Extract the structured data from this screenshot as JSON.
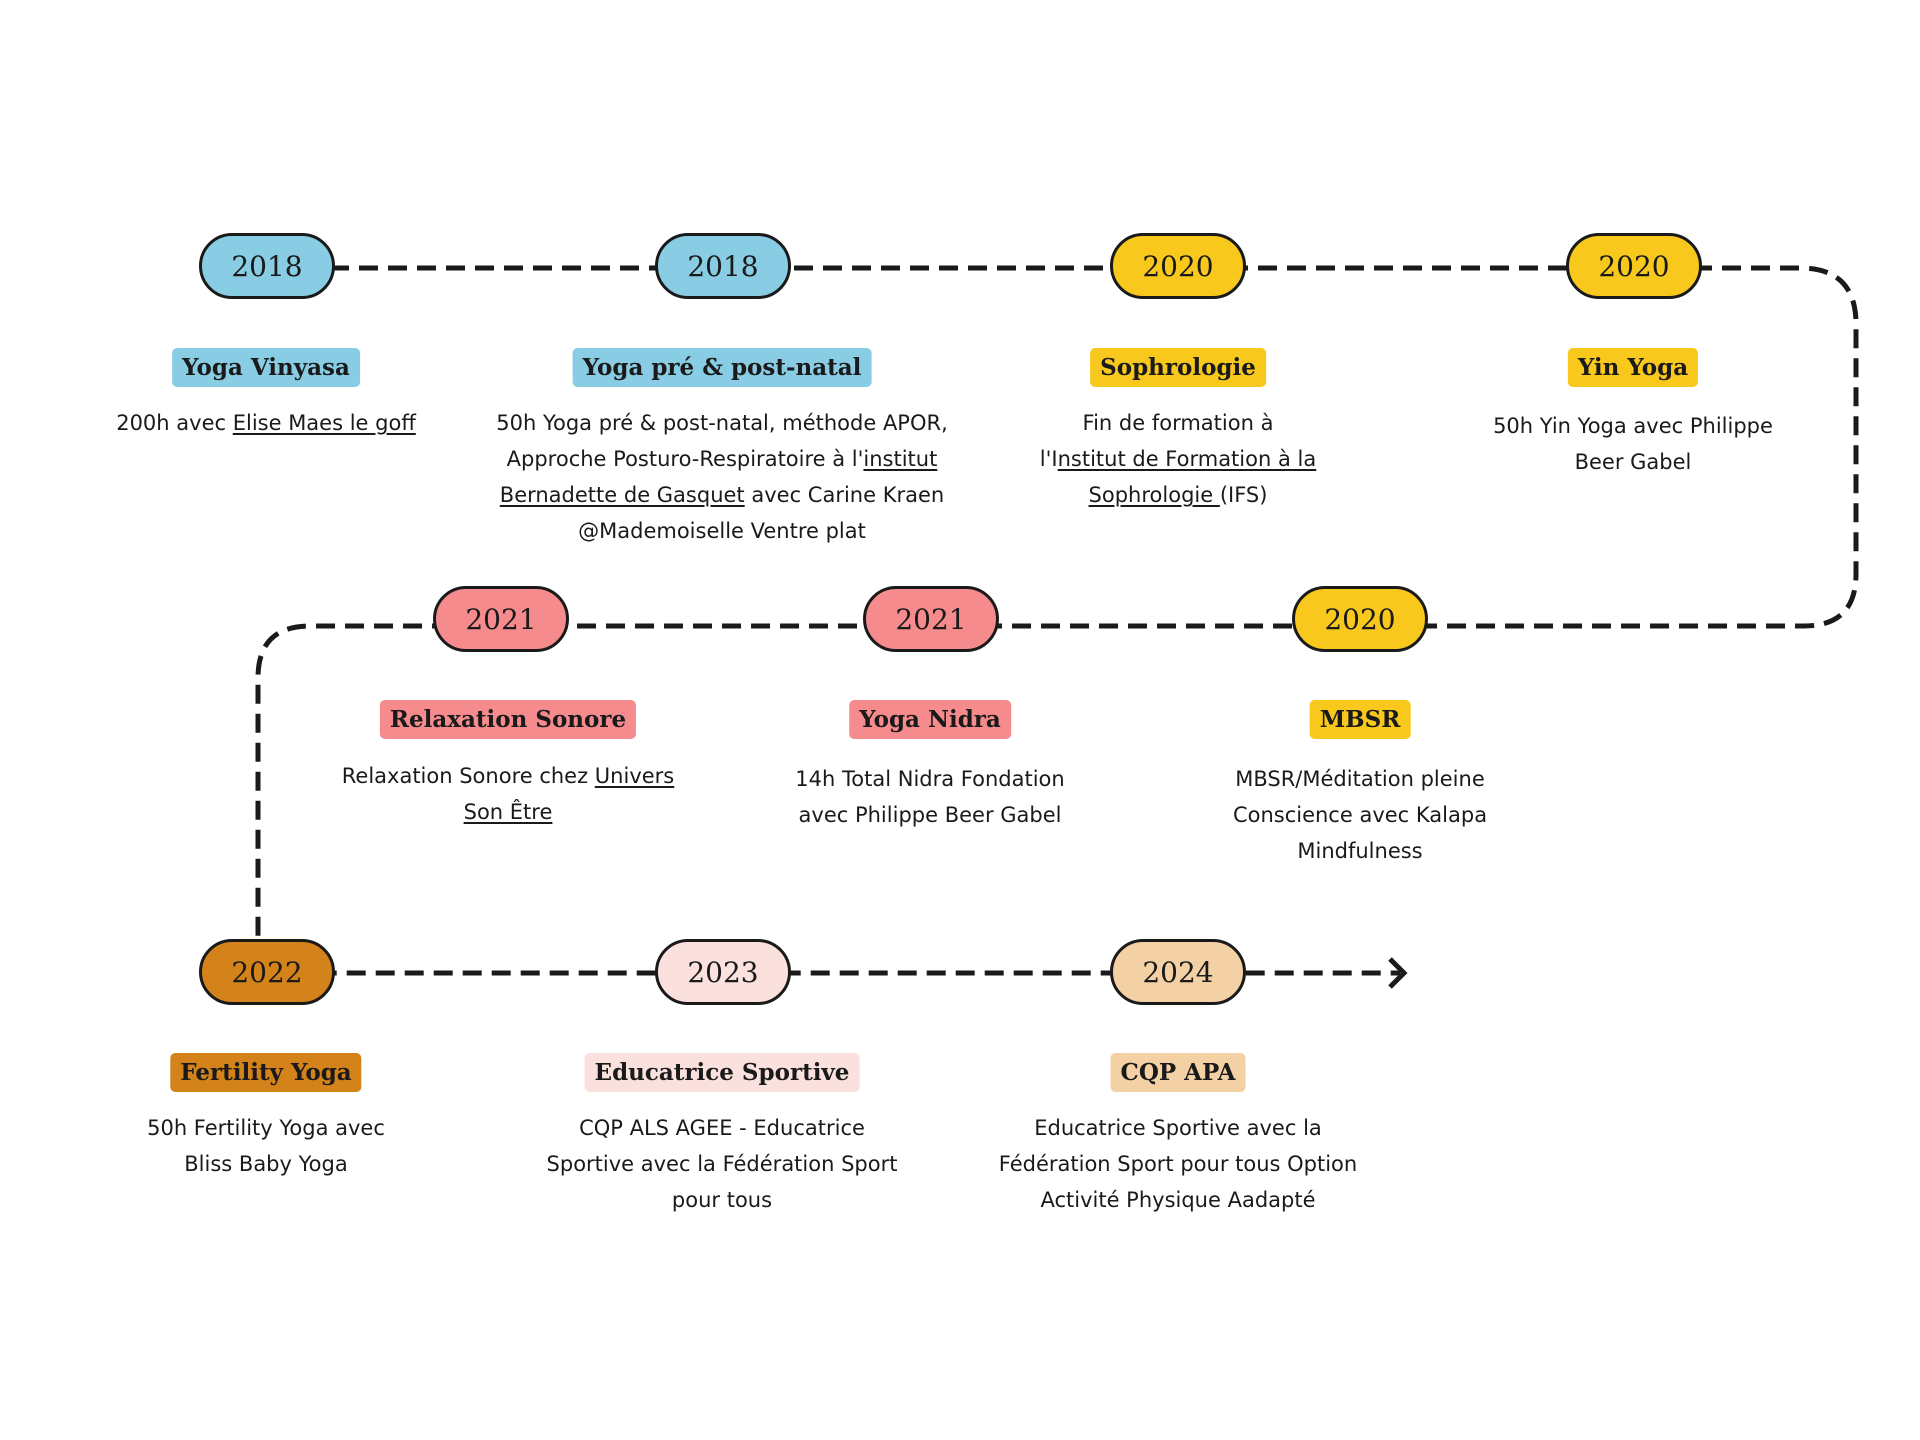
{
  "colors": {
    "blue": "#89cde4",
    "yellow": "#f8c81c",
    "red": "#f68b8d",
    "orange": "#d4821a",
    "pink_light": "#fae1dd",
    "peach": "#f3d1a4",
    "line": "#1a1a1a"
  },
  "milestones": [
    {
      "year": "2018",
      "color": "#89cde4",
      "title": "Yoga Vinyasa",
      "desc": [
        [
          {
            "t": "200h avec "
          },
          {
            "t": "Elise Maes le goff",
            "u": true
          }
        ]
      ]
    },
    {
      "year": "2018",
      "color": "#89cde4",
      "title": "Yoga pré & post-natal",
      "desc": [
        [
          {
            "t": "50h Yoga pré & post-natal, méthode APOR,"
          }
        ],
        [
          {
            "t": "Approche Posturo-Respiratoire à l'"
          },
          {
            "t": "institut",
            "u": true
          }
        ],
        [
          {
            "t": "Bernadette de Gasquet",
            "u": true
          },
          {
            "t": " avec Carine Kraen"
          }
        ],
        [
          {
            "t": "@Mademoiselle Ventre plat"
          }
        ]
      ]
    },
    {
      "year": "2020",
      "color": "#f8c81c",
      "title": "Sophrologie",
      "desc": [
        [
          {
            "t": "Fin de formation à"
          }
        ],
        [
          {
            "t": "l'I"
          },
          {
            "t": "nstitut de Formation à la",
            "u": true
          }
        ],
        [
          {
            "t": "Sophrologie ",
            "u": true
          },
          {
            "t": "(IFS)"
          }
        ]
      ]
    },
    {
      "year": "2020",
      "color": "#f8c81c",
      "title": "Yin Yoga",
      "desc": [
        [
          {
            "t": "50h Yin Yoga avec Philippe"
          }
        ],
        [
          {
            "t": "Beer Gabel"
          }
        ]
      ]
    },
    {
      "year": "2020",
      "color": "#f8c81c",
      "title": "MBSR",
      "desc": [
        [
          {
            "t": "MBSR/Méditation pleine"
          }
        ],
        [
          {
            "t": "Conscience avec Kalapa"
          }
        ],
        [
          {
            "t": "Mindfulness"
          }
        ]
      ]
    },
    {
      "year": "2021",
      "color": "#f68b8d",
      "title": "Yoga Nidra",
      "desc": [
        [
          {
            "t": "14h Total Nidra Fondation"
          }
        ],
        [
          {
            "t": "avec Philippe Beer Gabel"
          }
        ]
      ]
    },
    {
      "year": "2021",
      "color": "#f68b8d",
      "title": "Relaxation Sonore",
      "desc": [
        [
          {
            "t": "Relaxation Sonore chez "
          },
          {
            "t": "Univers",
            "u": true
          }
        ],
        [
          {
            "t": "Son Être",
            "u": true
          }
        ]
      ]
    },
    {
      "year": "2022",
      "color": "#d4821a",
      "title": "Fertility Yoga",
      "desc": [
        [
          {
            "t": "50h Fertility Yoga avec"
          }
        ],
        [
          {
            "t": "Bliss Baby Yoga"
          }
        ]
      ]
    },
    {
      "year": "2023",
      "color": "#fae1dd",
      "title": "Educatrice Sportive",
      "desc": [
        [
          {
            "t": "CQP ALS AGEE - Educatrice"
          }
        ],
        [
          {
            "t": "Sportive avec la Fédération Sport"
          }
        ],
        [
          {
            "t": "pour tous"
          }
        ]
      ]
    },
    {
      "year": "2024",
      "color": "#f3d1a4",
      "title": "CQP APA",
      "desc": [
        [
          {
            "t": "Educatrice Sportive avec la"
          }
        ],
        [
          {
            "t": "Fédération Sport pour tous Option"
          }
        ],
        [
          {
            "t": "Activité Physique Aadapté"
          }
        ]
      ]
    }
  ]
}
